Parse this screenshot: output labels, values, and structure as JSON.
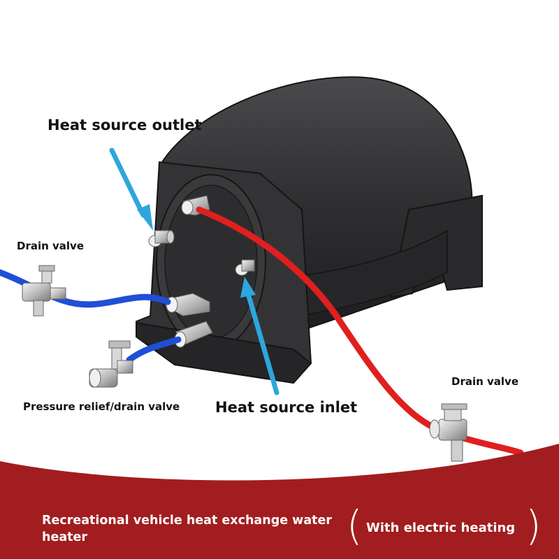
{
  "labels": {
    "heat_source_outlet": "Heat source outlet",
    "heat_source_inlet": "Heat source inlet",
    "drain_valve_left": "Drain valve",
    "drain_valve_right": "Drain valve",
    "pressure_relief": "Pressure relief/drain valve"
  },
  "banner": {
    "title": "Recreational vehicle heat exchange water heater",
    "subtitle": "With electric heating",
    "paren_open": "(",
    "paren_close": ")"
  },
  "colors": {
    "banner": "#a21d1f",
    "arrow": "#2ea6dd",
    "hose_blue": "#1f4fd6",
    "hose_red": "#e01f1f",
    "tank": "#2c2c2e"
  }
}
